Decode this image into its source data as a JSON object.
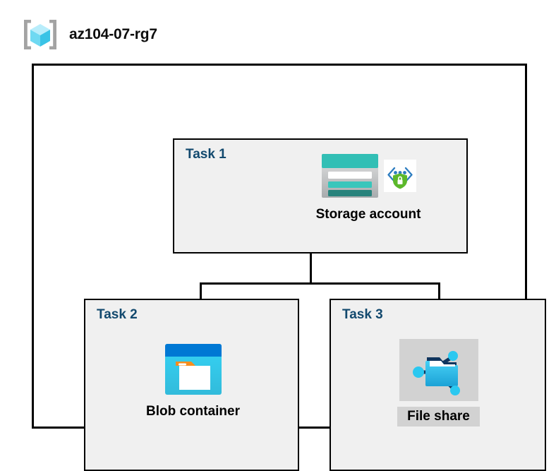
{
  "header": {
    "icon": "resource-group-icon",
    "title": "az104-07-rg7"
  },
  "diagram": {
    "type": "azure-architecture",
    "container_label": "az104-07-rg7",
    "colors": {
      "task_label": "#12496E",
      "task_box_fill": "#F0F0F0",
      "border": "#000000",
      "selection_highlight": "#D2D2D2",
      "storage_teal": "#32BFB5",
      "storage_teal_dark": "#28837C",
      "blob_blue": "#0078D4",
      "blob_cyan": "#32D1F0",
      "blob_orange": "#F78D1E",
      "fileshare_cyan": "#2BC8F0",
      "fileshare_navy": "#10355E",
      "shield_green": "#5CB82B",
      "cube_cyan": "#9BE5F8",
      "bracket_gray": "#A3A3A3"
    },
    "nodes": [
      {
        "id": "task-1",
        "task_label": "Task 1",
        "caption": "Storage account",
        "icons": [
          "storage-account-icon",
          "secure-endpoint-icon"
        ],
        "selected": false
      },
      {
        "id": "task-2",
        "task_label": "Task 2",
        "caption": "Blob container",
        "icons": [
          "blob-container-icon"
        ],
        "selected": false
      },
      {
        "id": "task-3",
        "task_label": "Task 3",
        "caption": "File share",
        "icons": [
          "file-share-icon"
        ],
        "selected": true
      }
    ],
    "connections": [
      {
        "from": "task-1",
        "to": "task-2"
      },
      {
        "from": "task-1",
        "to": "task-3"
      }
    ]
  }
}
